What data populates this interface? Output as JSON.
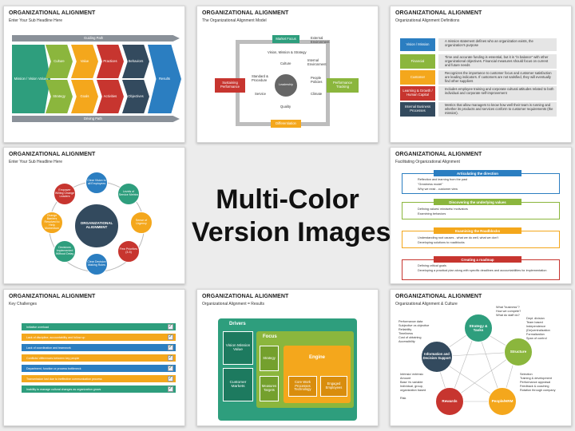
{
  "banner": {
    "line1": "Multi-Color",
    "line2": "Version Images"
  },
  "slides": {
    "s1": {
      "title": "ORGANIZATIONAL ALIGNMENT",
      "subtitle": "Enter Your Sub Headline Here",
      "guiding": "Guiding Path",
      "driving": "Driving Path",
      "mission": "Mission / Vision Values",
      "results": "Results",
      "top": [
        "Culture",
        "Value",
        "Practices",
        "Behaviors"
      ],
      "bottom": [
        "Strategy",
        "Goals",
        "Activities",
        "Objectives"
      ]
    },
    "s2": {
      "title": "ORGANIZATIONAL ALIGNMENT",
      "subtitle": "The Organizational Alignment Model",
      "market": "Market Focus",
      "external": "External Environment",
      "mvs": "Vision, Mission & Strategy",
      "culture": "Culture",
      "internal": "Internal Environment",
      "standard": "Standard & Procedure",
      "leadership": "Leadership",
      "people": "People Policies",
      "service": "Service",
      "climate": "Climate",
      "quality": "Quality",
      "sustaining": "Sustaining Performance",
      "perf": "Performance Tracking",
      "diff": "Differentiation"
    },
    "s3": {
      "title": "ORGANIZATIONAL ALIGNMENT",
      "subtitle": "Organizational Alignment Definitions",
      "rows": [
        {
          "label": "Vision / Mission",
          "text": "A mission statement defines who an organization exists, the organization's purpose"
        },
        {
          "label": "Financial",
          "text": "Time and accurate funding is essential, but it is \"in balance\" with other organizational objectives. Financial measures should focus on current and future needs"
        },
        {
          "label": "Customer",
          "text": "Recognizes the importance to customer focus and customer satisfaction are leading indicators. If customers are not satisfied, they will eventually find other suppliers"
        },
        {
          "label": "Learning & Growth / Human Capital",
          "text": "Includes employee training and corporate cultural attitudes related to both individual and corporate self-improvement"
        },
        {
          "label": "Internal Business Processes",
          "text": "Metrics that allow managers to know how well their team is running and whether its products and services conform to customer requirements (the mission)."
        }
      ]
    },
    "s4": {
      "title": "ORGANIZATIONAL ALIGNMENT",
      "subtitle": "Enter Your Sub Headline Here",
      "center": "ORGANIZATIONAL ALIGNMENT",
      "nodes": [
        "Clear Vision to all Employees",
        "Levels of Service Metrics",
        "Sense of Urgency",
        "Few Priorities (3-5)",
        "Clear Decision Making Roles",
        "Decisions Implemented Without Delay",
        "Change Barriers Resolved to Help Momentum",
        "Empower Willing Change Leaders"
      ]
    },
    "s5": {
      "title": "ORGANIZATIONAL ALIGNMENT",
      "subtitle": "Facilitating Organizational Alignment",
      "sections": [
        {
          "head": "Articulating the direction",
          "bullets": [
            "Reflection and learning from the past",
            "\"Greatness model\"",
            "Why we exist - customer view"
          ]
        },
        {
          "head": "Discovering the underlying values",
          "bullets": [
            "Defining values/ mindsets/ motivators",
            "Examining behaviors"
          ]
        },
        {
          "head": "Examining the Roadblocks",
          "bullets": [
            "Understanding root causes - what we do well, what we don't",
            "Developing solutions to roadblocks"
          ]
        },
        {
          "head": "Creating a roadmap",
          "bullets": [
            "Defining critical goals",
            "Developing a practical plan along with specific deadlines and accountabilities for implementation"
          ]
        }
      ]
    },
    "s6": {
      "title": "ORGANIZATIONAL ALIGNMENT",
      "subtitle": "Key Challenges",
      "rows": [
        "Initiative overload",
        "Lack of discipline; accountability and follow up",
        "Lack of coordination and teamwork",
        "Conflicts/ differences between key people",
        "Department, function or process bottleneck",
        "Transmission lost due to ineffective communication process",
        "Inability to manage cultural changes as organization grows"
      ]
    },
    "s7": {
      "title": "ORGANIZATIONAL ALIGNMENT",
      "subtitle": "Organizational Alignment = Results",
      "drivers": "Drivers",
      "vmv": "Vision Mission Value",
      "cm": "Customer Markets",
      "focus": "Focus",
      "strategy": "Strategy",
      "measures": "Measures Targets",
      "engine": "Engine",
      "core": "Core Work Processes Technology",
      "engaged": "Engaged Employees"
    },
    "s8": {
      "title": "ORGANIZATIONAL ALIGNMENT",
      "subtitle": "Organizational Alignment & Culture",
      "nodes": [
        "Strategy & Tasks",
        "Structure",
        "People/HRM",
        "Rewards",
        "Information and Decision Support"
      ],
      "q": [
        "What \"business\"?",
        "How we compete?",
        "What do staff do?"
      ],
      "structure": [
        "Dept. division",
        "Team based",
        "Independence",
        "(De)centralization",
        "Formalization",
        "Span of control"
      ],
      "people": [
        "Selection",
        "Training & development",
        "Performance appraisal",
        "Feedback & coaching",
        "Rotation through company"
      ],
      "rewards": [
        "Intrinsic/ extrinsic",
        "Amount",
        "Base Vs variable",
        "Individual, group, organization based",
        "Risk"
      ],
      "info": [
        "Performance data",
        "Subjective vs objective",
        "Reliability",
        "Timeliness",
        "Cost of obtaining",
        "Accessibility"
      ]
    }
  }
}
